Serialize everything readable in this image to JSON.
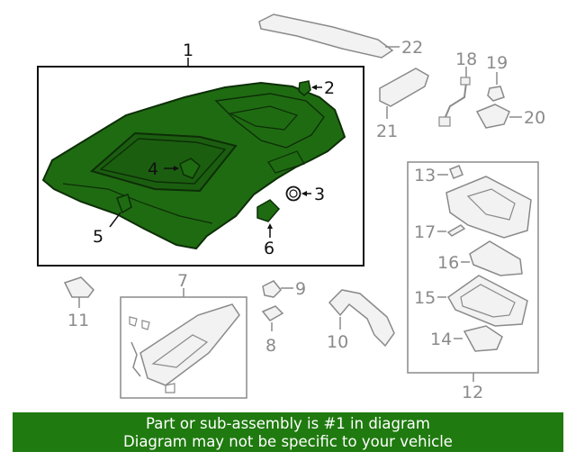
{
  "callouts": {
    "c1": "1",
    "c2": "2",
    "c3": "3",
    "c4": "4",
    "c5": "5",
    "c6": "6",
    "c7": "7",
    "c8": "8",
    "c9": "9",
    "c10": "10",
    "c11": "11",
    "c12": "12",
    "c13": "13",
    "c14": "14",
    "c15": "15",
    "c16": "16",
    "c17": "17",
    "c18": "18",
    "c19": "19",
    "c20": "20",
    "c21": "21",
    "c22": "22"
  },
  "footer": {
    "line1": "Part or sub-assembly is #1 in diagram",
    "line2": "Diagram may not be specific to your vehicle"
  },
  "colors": {
    "highlight": "#1f6b12",
    "footer_bg": "#1f7a0f",
    "line": "#222222",
    "grey": "#8a8a8a"
  }
}
